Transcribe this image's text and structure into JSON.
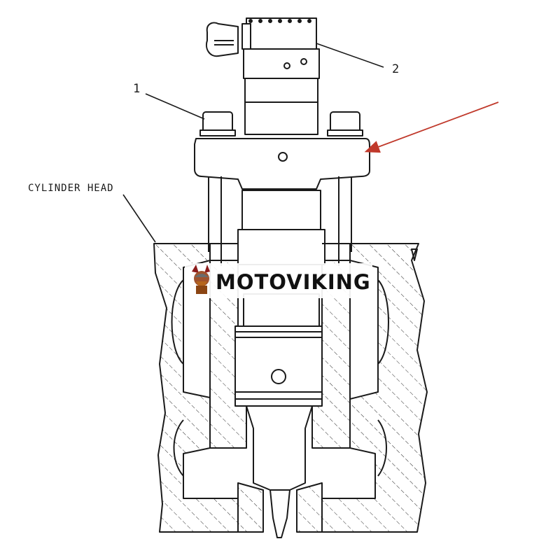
{
  "labels": {
    "callout_1": "1",
    "callout_2": "2",
    "cylinder_head": "CYLINDER HEAD"
  },
  "watermark": {
    "text": "MOTOVIKING"
  },
  "colors": {
    "line": "#1a1a1a",
    "arrow": "#c0392b"
  },
  "icons": {
    "watermark_logo": "viking-mascot-icon",
    "pointer": "red-arrow-icon"
  }
}
